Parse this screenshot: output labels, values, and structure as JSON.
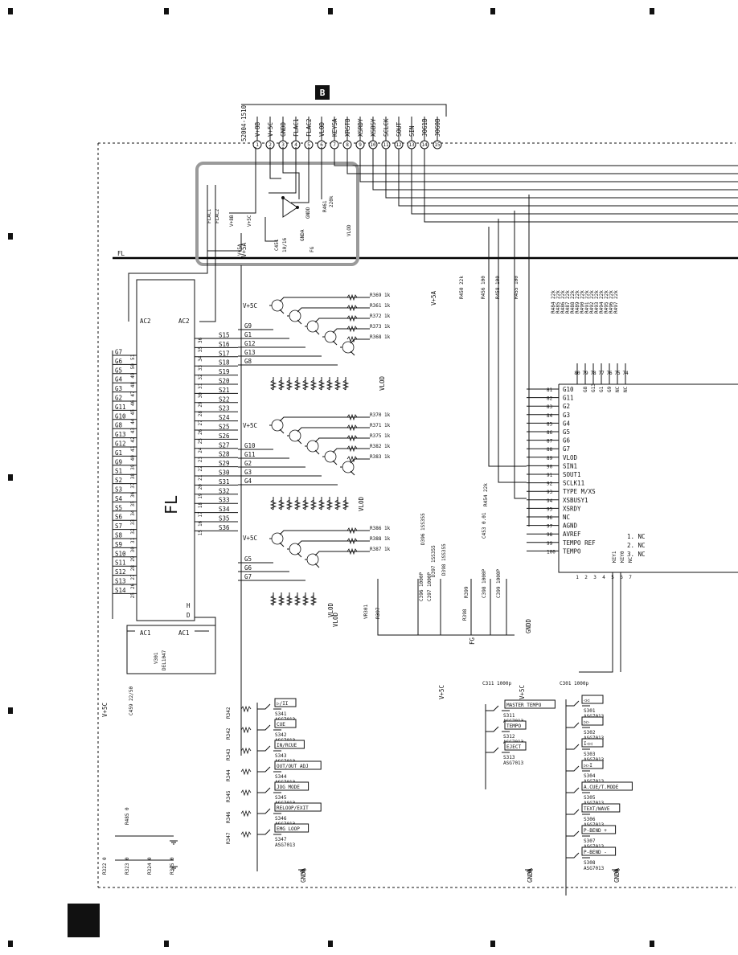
{
  "connector": {
    "part": "52004-1510",
    "pins": [
      "1",
      "2",
      "3",
      "4",
      "5",
      "6",
      "7",
      "8",
      "9",
      "10",
      "11",
      "12",
      "13",
      "14",
      "15"
    ],
    "signals": [
      "V+8B",
      "V+5C",
      "GNDD",
      "FLAC1",
      "FLAC2",
      "VLOD",
      "KEYSA",
      "XRSTB",
      "XSRDY",
      "XSBSY",
      "SCLCK",
      "SOUT",
      "SIN",
      "JOG1B",
      "JOG0B"
    ]
  },
  "highlight": {
    "labels": [
      "FLAC1",
      "FLAC2",
      "V+8B",
      "V+5C",
      "V+5A",
      "C451",
      "10/16",
      "FG",
      "GNDA",
      "GNDD",
      "R461",
      "220k",
      "VLOD"
    ]
  },
  "fl_tube": {
    "title": "FL",
    "ref": "V301",
    "part": "DEL1047",
    "left_pins": [
      "G7",
      "G6",
      "G5",
      "G4",
      "G3",
      "G2",
      "G11",
      "G10",
      "G8",
      "G13",
      "G12",
      "G1",
      "G9",
      "S1",
      "S2",
      "S3",
      "S4",
      "S5",
      "S6",
      "S7",
      "S8",
      "S9",
      "S10",
      "S11",
      "S12",
      "S13",
      "S14"
    ],
    "right_pins": [
      "S15",
      "S16",
      "S17",
      "S18",
      "S19",
      "S20",
      "S21",
      "S22",
      "S23",
      "S24",
      "S25",
      "S26",
      "S27",
      "S28",
      "S29",
      "S30",
      "S31",
      "S32",
      "S33",
      "S34",
      "S35",
      "S36"
    ],
    "ac_labels": [
      "AC2",
      "AC2",
      "AC1",
      "AC1",
      "H",
      "D"
    ],
    "bus_label": "FL"
  },
  "driver_groups": {
    "group1": [
      "G9",
      "G1",
      "G12",
      "G13",
      "G8"
    ],
    "group2": [
      "G10",
      "G11",
      "G2",
      "G3",
      "G4"
    ],
    "group3": [
      "G5",
      "G6",
      "G7"
    ],
    "resistors": [
      "R369 1k",
      "R361 1k",
      "R372 1k",
      "R373 1k",
      "R368 1k",
      "R370 1k",
      "R371 1k",
      "R375 1k",
      "R382 1k",
      "R383 1k",
      "R386 1k",
      "R388 1k",
      "R387 1k"
    ],
    "supply": [
      "V+5C",
      "VLOD"
    ]
  },
  "ic": {
    "pins_left": [
      "G10",
      "G11",
      "G2",
      "G3",
      "G4",
      "G5",
      "G6",
      "G7",
      "VLOD",
      "SIN1",
      "SOUT1",
      "SCLK11",
      "TYPE M/XS",
      "XSBUSY1",
      "XSRDY",
      "NC",
      "AGND",
      "AVREF",
      "TEMPO REF",
      "TEMPO"
    ],
    "pin_numbers_left": [
      "81",
      "82",
      "83",
      "84",
      "85",
      "86",
      "87",
      "88",
      "89",
      "90",
      "91",
      "92",
      "93",
      "94",
      "95",
      "96",
      "97",
      "98",
      "99",
      "100"
    ],
    "top_labels": [
      "G8",
      "G13",
      "G1",
      "G9",
      "NC",
      "NC"
    ],
    "top_numbers": [
      "80",
      "79",
      "78",
      "77",
      "76",
      "75",
      "74"
    ],
    "nc_list": [
      "1. NC",
      "2. NC",
      "3. NC"
    ],
    "key_labels": [
      "KEY1",
      "KEY0",
      "NC"
    ],
    "bottom_numbers": [
      "1",
      "2",
      "3",
      "4",
      "5",
      "6",
      "7"
    ],
    "resistor_array": [
      "R484 22k",
      "R485 22k",
      "R486 22k",
      "R487 22k",
      "R488 22k",
      "R489 22k",
      "R490 22k",
      "R491 22k",
      "R492 22k",
      "R493 22k",
      "R494 22k",
      "R495 22k",
      "R496 22k",
      "R497 22k"
    ]
  },
  "misc_parts": [
    "R450 22k",
    "R456 100",
    "R458 100",
    "R455 100",
    "R454 22k",
    "C453 0.01",
    "D396 1SS355",
    "D397 1SS355",
    "D398 1SS355",
    "C396 1000P",
    "C397 1000P",
    "R399",
    "R398",
    "C398 1000P",
    "C399 1000P",
    "VR301",
    "R397",
    "C459 22/50",
    "R485 0"
  ],
  "rails": [
    "V+5C",
    "V+5A",
    "VLOD",
    "GNDD",
    "GNDA",
    "FG"
  ],
  "switches_left": [
    {
      "ref": "S341",
      "label": "▷/II",
      "res": "R342",
      "part": "ASG7013"
    },
    {
      "ref": "S342",
      "label": "CUE",
      "res": "R342",
      "part": "ASG7013"
    },
    {
      "ref": "S343",
      "label": "IN/RCUE",
      "res": "R343",
      "part": "ASG7013"
    },
    {
      "ref": "S344",
      "label": "OUT/OUT ADJ",
      "res": "R344",
      "part": "ASG7013"
    },
    {
      "ref": "S345",
      "label": "JOG MODE",
      "res": "R345",
      "part": "ASG7013"
    },
    {
      "ref": "S346",
      "label": "RELOOP/EXIT",
      "res": "R346",
      "part": "ASG7013"
    },
    {
      "ref": "S347",
      "label": "EMG LOOP",
      "res": "R347",
      "part": "ASG7013"
    }
  ],
  "switches_mid": [
    {
      "ref": "S311",
      "label": "MASTER TEMPO",
      "part": "ASG7013"
    },
    {
      "ref": "S312",
      "label": "TEMPO",
      "part": "ASG7013"
    },
    {
      "ref": "S313",
      "label": "EJECT",
      "part": "ASG7013"
    }
  ],
  "switches_right": [
    {
      "ref": "S301",
      "label": "◁◁",
      "part": "ASG7013"
    },
    {
      "ref": "S302",
      "label": "▷▷",
      "part": "ASG7013"
    },
    {
      "ref": "S303",
      "label": "I◁◁",
      "part": "ASG7013"
    },
    {
      "ref": "S304",
      "label": "▷▷I",
      "part": "ASG7013"
    },
    {
      "ref": "S305",
      "label": "A.CUE/T.MODE",
      "part": "ASG7013"
    },
    {
      "ref": "S306",
      "label": "TEXT/WAVE",
      "part": "ASG7013"
    },
    {
      "ref": "S307",
      "label": "P-BEND +",
      "part": "ASG7013"
    },
    {
      "ref": "S308",
      "label": "P-BEND -",
      "part": "ASG7013"
    }
  ],
  "caps_keys": [
    "C311 1000p",
    "C301 1000p"
  ],
  "ground_resistors": [
    "R322 0",
    "R323 0",
    "R324 0",
    "R325 0"
  ],
  "frame": {
    "section_marker": "B",
    "corner_marker": ""
  }
}
